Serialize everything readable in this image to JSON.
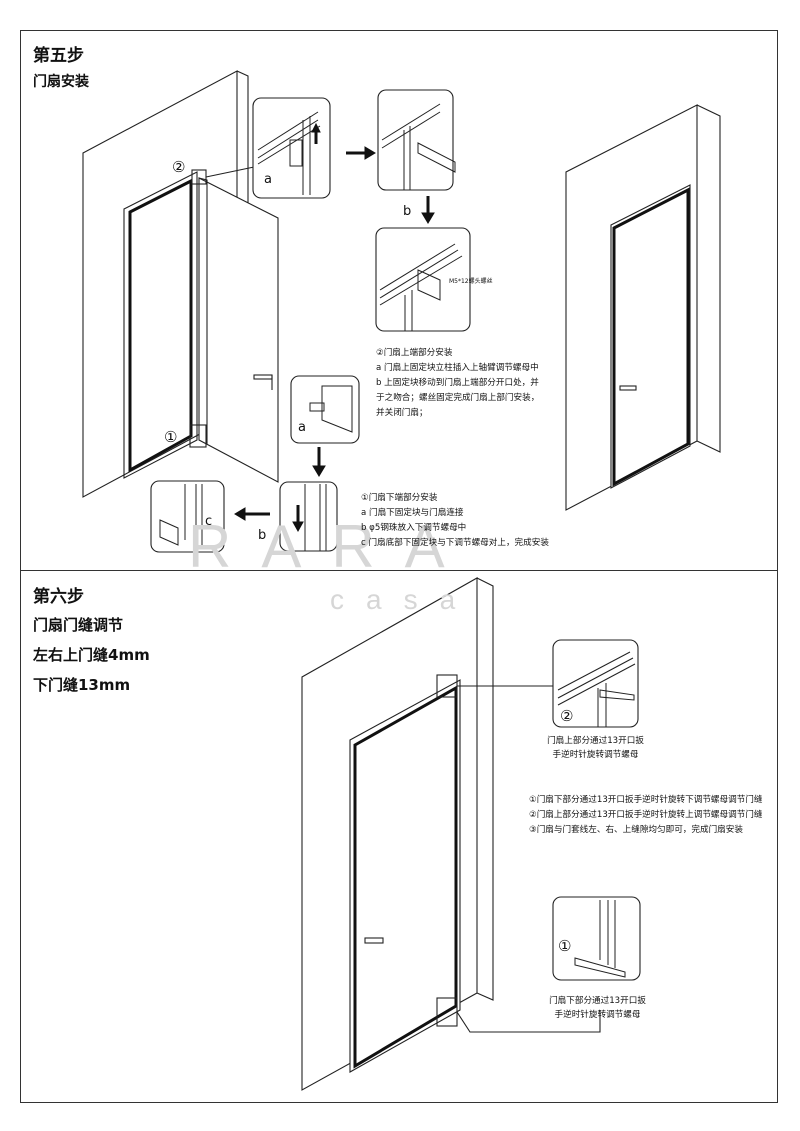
{
  "step5": {
    "title": "第五步",
    "subtitle": "门扇安装",
    "labels": {
      "a_top": "a",
      "b_top": "b",
      "a_mid": "a",
      "b_low": "b",
      "c_low": "c",
      "circle2": "②",
      "circle1": "①"
    },
    "screw_label": "M5*12螺头螺丝",
    "note_upper": {
      "title": "②门扇上端部分安装",
      "lines": [
        "a 门扇上固定块立柱插入上轴臂调节螺母中",
        "b 上固定块移动到门扇上端部分开口处，并",
        "于之吻合；螺丝固定完成门扇上部门安装，",
        "并关闭门扇；"
      ]
    },
    "note_lower": {
      "title": "①门扇下端部分安装",
      "lines": [
        "a 门扇下固定块与门扇连接",
        "b φ5钢珠放入下调节螺母中",
        "c 门扇底部下固定块与下调节螺母对上，完成安装"
      ]
    }
  },
  "step6": {
    "title": "第六步",
    "sub1": "门扇门缝调节",
    "sub2": "左右上门缝4mm",
    "sub3": "下门缝13mm",
    "top_detail_marker": "②",
    "top_caption": [
      "门扇上部分通过13开口扳",
      "手逆时针旋转调节螺母"
    ],
    "notes": [
      "①门扇下部分通过13开口扳手逆时针旋转下调节螺母调节门缝",
      "②门扇上部分通过13开口扳手逆时针旋转上调节螺母调节门缝",
      "③门扇与门套线左、右、上缝隙均匀即可，完成门扇安装"
    ],
    "bottom_detail_marker": "①",
    "bottom_caption": [
      "门扇下部分通过13开口扳",
      "手逆时针旋转调节螺母"
    ]
  },
  "watermark": {
    "brand": "RARA",
    "sub": "casa"
  }
}
